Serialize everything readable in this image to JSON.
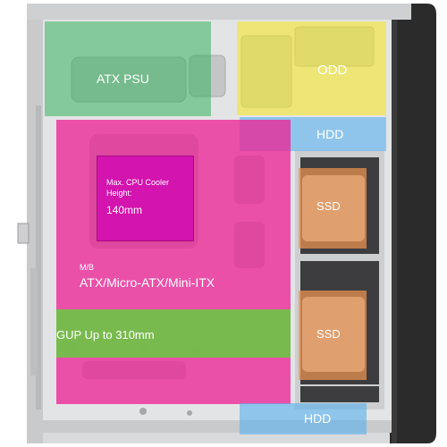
{
  "labels": {
    "psu": "ATX PSU",
    "odd": "ODD",
    "hdd_top": "HDD",
    "hdd_bottom": "HDD",
    "cpu_line1": "Max. CPU Cooler",
    "cpu_line2": "Height:",
    "cpu_value": "140mm",
    "mb_prefix": "M/B",
    "mb_formats": "ATX/Micro-ATX/Mini-ITX",
    "gpu": "GUP Up to 310mm",
    "ssd_1": "SSD",
    "ssd_2": "SSD"
  },
  "colors": {
    "psu_zone": "#36b25c",
    "odd_zone": "#f4e82c",
    "hdd_zone": "#5cb2ee",
    "motherboard_zone": "#ec2696",
    "cpu_zone": "#d20eaf",
    "gpu_zone": "#60d23c",
    "ssd_zone": "#ee9450",
    "case_side_panel": "#2b2b2b"
  }
}
